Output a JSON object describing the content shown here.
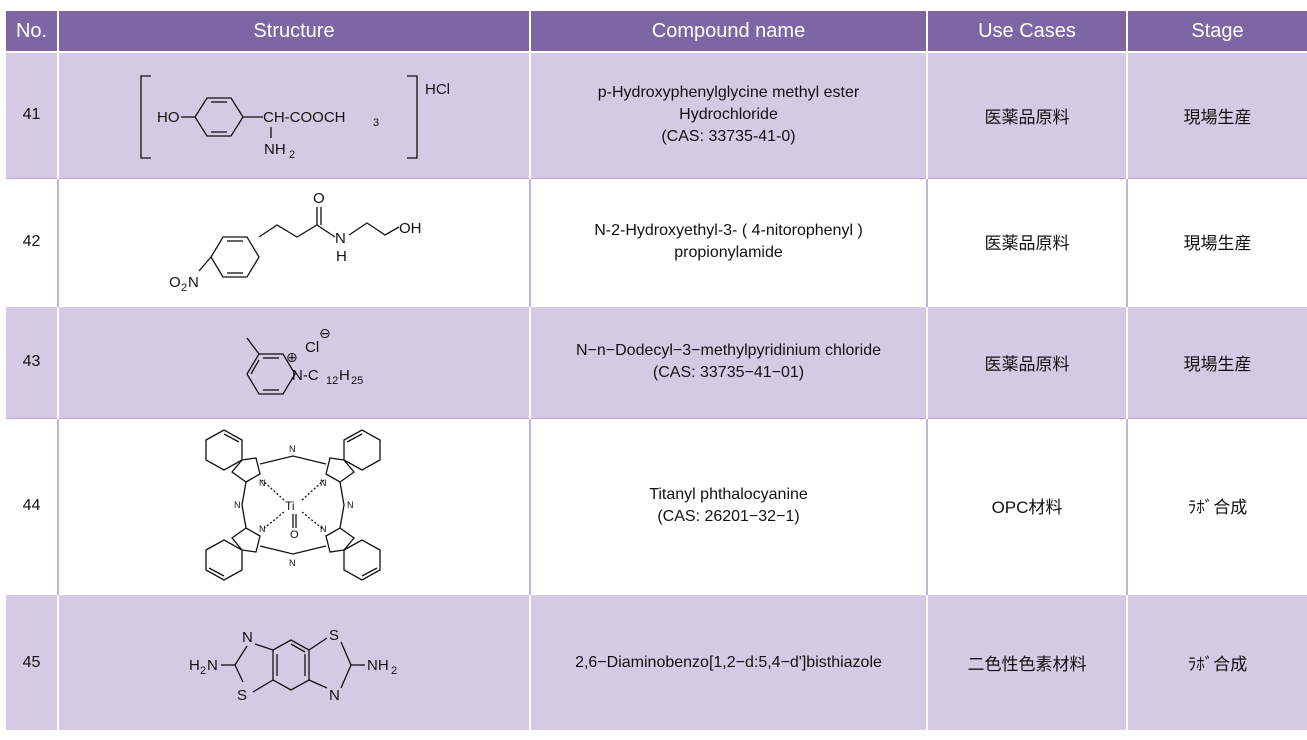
{
  "table": {
    "headers": {
      "no": "No.",
      "structure": "Structure",
      "compound_name": "Compound name",
      "use_cases": "Use Cases",
      "stage": "Stage"
    },
    "rows": [
      {
        "no": "41",
        "name_lines": [
          "p-Hydroxyphenylglycine methyl ester",
          "Hydrochloride",
          "(CAS: 33735-41-0)"
        ],
        "use": "医薬品原料",
        "stage": "現場生産",
        "structure_labels": {
          "ho": "HO",
          "ch_cooch3": "CH-COOCH",
          "sub3": "3",
          "nh": "NH",
          "sub2": "2",
          "hcl": "HCl"
        }
      },
      {
        "no": "42",
        "name_lines": [
          "N-2-Hydroxyethyl-3- ( 4-nitorophenyl )",
          "propionylamide"
        ],
        "use": "医薬品原料",
        "stage": "現場生産",
        "structure_labels": {
          "o": "O",
          "n": "N",
          "h": "H",
          "oh": "OH",
          "o2n": "O",
          "o2n_sub": "2",
          "o2n_n": "N"
        }
      },
      {
        "no": "43",
        "name_lines": [
          "N−n−Dodecyl−3−methylpyridinium chloride",
          "(CAS: 33735−41−01)"
        ],
        "use": "医薬品原料",
        "stage": "現場生産",
        "structure_labels": {
          "plus": "⊕",
          "cl": "Cl",
          "minus": "⊖",
          "n_c": "N-C",
          "sub12": "12",
          "h": "H",
          "sub25": "25"
        }
      },
      {
        "no": "44",
        "name_lines": [
          "Titanyl phthalocyanine",
          "(CAS: 26201−32−1)"
        ],
        "use": "OPC材料",
        "stage": "ﾗﾎﾞ合成",
        "structure_labels": {
          "ti": "Ti",
          "o": "O",
          "n": "N"
        }
      },
      {
        "no": "45",
        "name_lines": [
          "2,6−Diaminobenzo[1,2−d:5,4−d']bisthiazole"
        ],
        "use": "二色性色素材料",
        "stage": "ﾗﾎﾞ合成",
        "structure_labels": {
          "h2n": "H",
          "h2n_sub": "2",
          "h2n_n": "N",
          "n": "N",
          "s": "S",
          "nh2": "NH",
          "nh2_sub": "2"
        }
      }
    ]
  }
}
